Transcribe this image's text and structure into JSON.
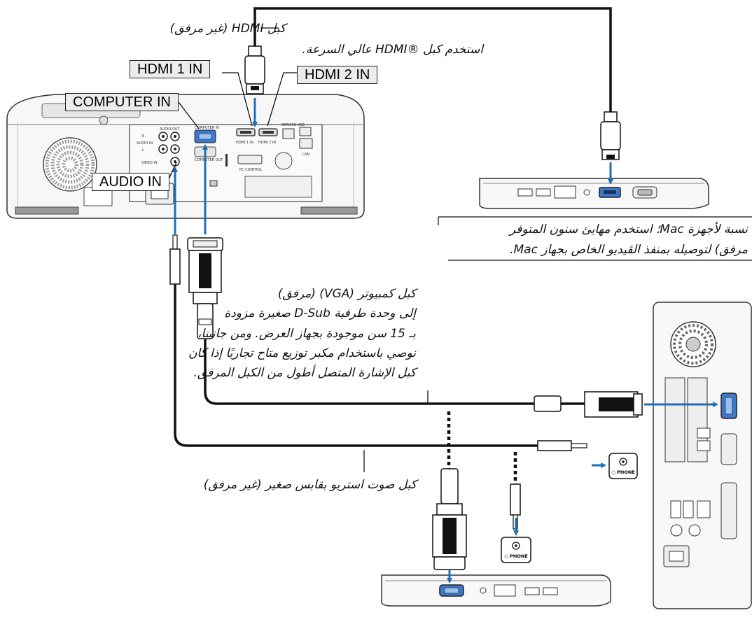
{
  "labels": {
    "hdmi1_in": "HDMI 1 IN",
    "hdmi2_in": "HDMI 2 IN",
    "computer_in": "COMPUTER IN",
    "audio_in": "AUDIO IN",
    "phone": "PHONE"
  },
  "notes": {
    "hdmi_cable_line1": "كبل HDMI (غير مرفق)",
    "hdmi_cable_line2": "استخدم كبل ®HDMI عالي السرعة.",
    "mac_line1": "نسبة لأجهزة Mac؛ استخدم مهايئ سنون المتوفر",
    "mac_line2": "مرفق) لتوصيله بمنفذ الڤيديو الخاص بجهاز Mac.",
    "vga_line1": "كبل كمبيوتر (VGA) (مرفق)",
    "vga_line2": "إلى وحدة طرفية D-Sub صغيرة مزودة",
    "vga_line3": "بـ 15 سن موجودة بجهاز العرض. ومن جانبنا،",
    "vga_line4": "نوصي باستخدام مكبر توزيع متاح تجاريًا إذا كان",
    "vga_line5": "كبل الإشارة المتصل أطول من الكبل المرفق.",
    "audio_cable": "كبل صوت استريو بقابس صغير (غير مرفق)"
  },
  "colors": {
    "arrow": "#1f6fb5",
    "cable": "#111111",
    "port_highlight": "#2f6fbf",
    "label_box_fill": "#ececec"
  }
}
